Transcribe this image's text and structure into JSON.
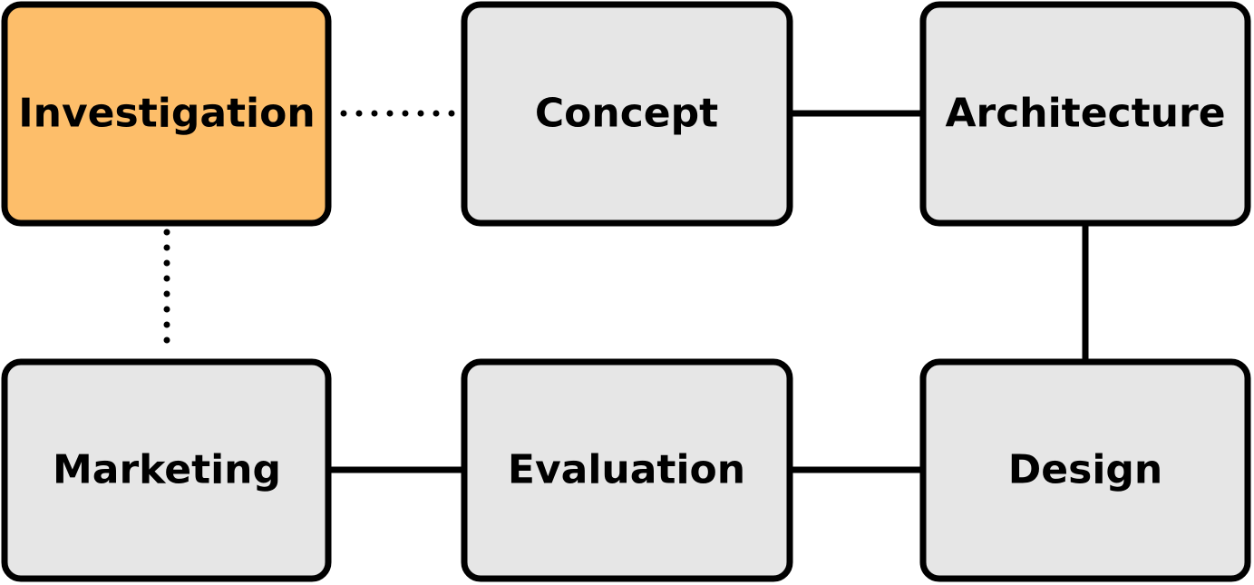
{
  "colors": {
    "highlight_fill": "#FDBE6A",
    "default_fill": "#E6E6E6",
    "stroke": "#000000"
  },
  "nodes": {
    "investigation": {
      "label": "Investigation",
      "highlighted": true
    },
    "concept": {
      "label": "Concept",
      "highlighted": false
    },
    "architecture": {
      "label": "Architecture",
      "highlighted": false
    },
    "marketing": {
      "label": "Marketing",
      "highlighted": false
    },
    "evaluation": {
      "label": "Evaluation",
      "highlighted": false
    },
    "design": {
      "label": "Design",
      "highlighted": false
    }
  },
  "edges": [
    {
      "from": "investigation",
      "to": "concept",
      "style": "dotted"
    },
    {
      "from": "concept",
      "to": "architecture",
      "style": "solid"
    },
    {
      "from": "architecture",
      "to": "design",
      "style": "solid"
    },
    {
      "from": "design",
      "to": "evaluation",
      "style": "solid"
    },
    {
      "from": "evaluation",
      "to": "marketing",
      "style": "solid"
    },
    {
      "from": "investigation",
      "to": "marketing",
      "style": "dotted"
    }
  ]
}
